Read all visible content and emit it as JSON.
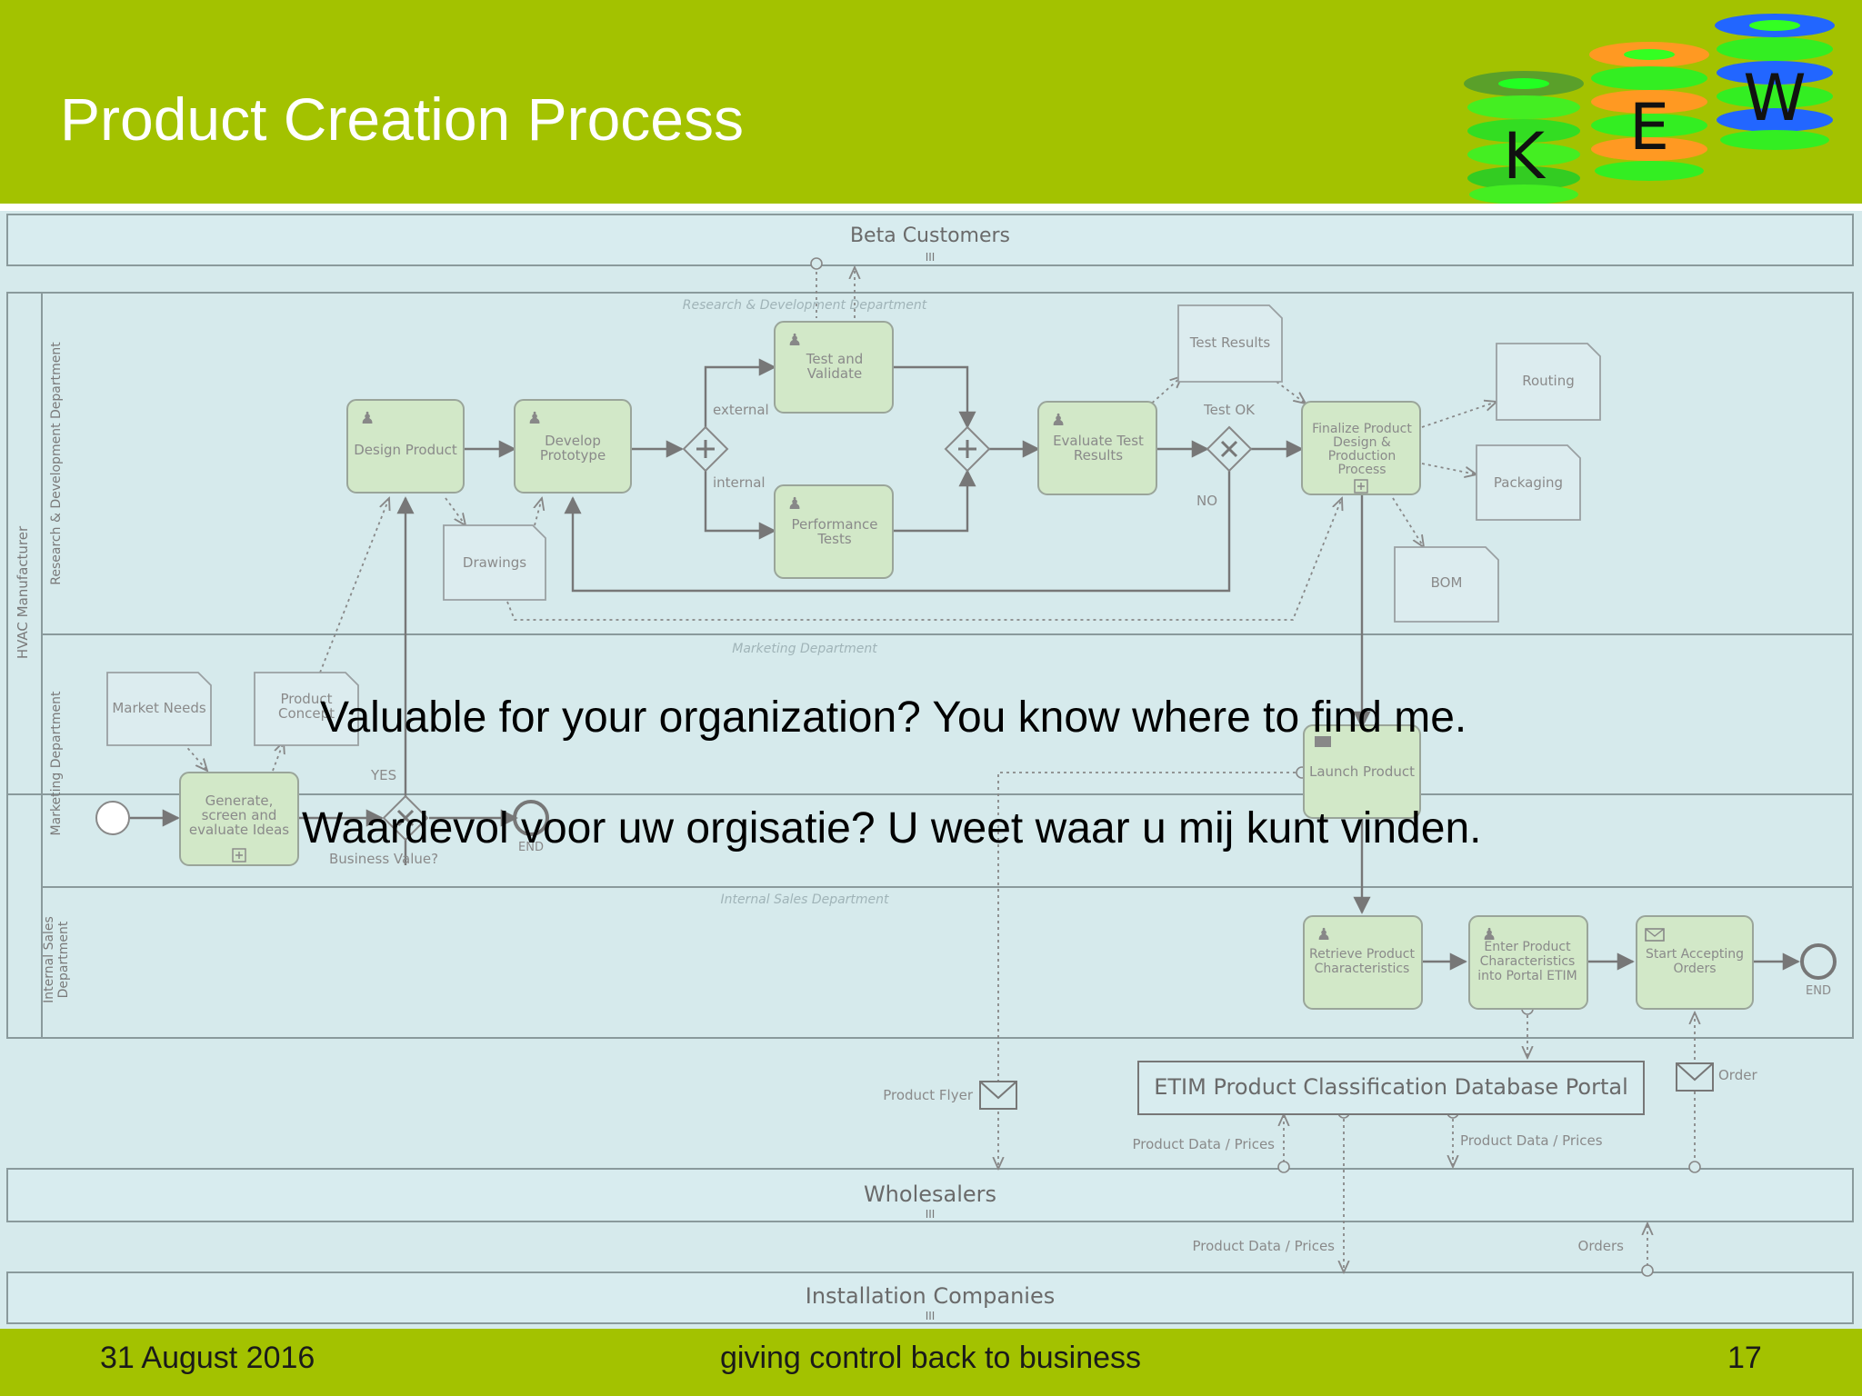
{
  "slide": {
    "title": "Product Creation Process",
    "logo_letters": [
      "K",
      "E",
      "W"
    ],
    "overlay_lines": [
      "Valuable for your organization? You know where to find me.",
      "Waardevol voor uw orgisatie? U weet waar u mij kunt vinden."
    ],
    "footer": {
      "date": "31 August 2016",
      "tagline": "giving control back to business",
      "page": "17"
    }
  },
  "colors": {
    "slide_green": "#a3c200",
    "diagram_bg": "#d6eaec",
    "task_fill": "#d2e8c8",
    "line": "#777777"
  },
  "diagram": {
    "pools": {
      "beta_customers": "Beta Customers",
      "hvac": "HVAC Manufacturer",
      "wholesalers": "Wholesalers",
      "installers": "Installation Companies"
    },
    "lanes": {
      "rd": "Research & Development Department",
      "marketing": "Marketing Department",
      "sales_line1": "Internal Sales",
      "sales_line2": "Department"
    },
    "lane_captions": {
      "rd": "Research & Development Department",
      "marketing": "Marketing Department",
      "sales": "Internal Sales Department"
    },
    "tasks": {
      "design_product": [
        "Design Product"
      ],
      "develop_prototype": [
        "Develop",
        "Prototype"
      ],
      "test_validate": [
        "Test and",
        "Validate"
      ],
      "performance_tests": [
        "Performance",
        "Tests"
      ],
      "evaluate_results": [
        "Evaluate Test",
        "Results"
      ],
      "finalize_design": [
        "Finalize Product",
        "Design &",
        "Production",
        "Process"
      ],
      "generate_ideas": [
        "Generate,",
        "screen and",
        "evaluate Ideas"
      ],
      "launch_product": [
        "Launch Product"
      ],
      "retrieve_characteristics": [
        "Retrieve Product",
        "Characteristics"
      ],
      "enter_characteristics": [
        "Enter Product",
        "Characteristics",
        "into Portal ETIM"
      ],
      "start_orders": [
        "Start Accepting",
        "Orders"
      ]
    },
    "documents": {
      "drawings": "Drawings",
      "test_results": "Test Results",
      "routing": "Routing",
      "packaging": "Packaging",
      "bom": "BOM",
      "market_needs": "Market Needs",
      "product_concept": [
        "Product",
        "Concept"
      ]
    },
    "edge_labels": {
      "external": "external",
      "internal": "internal",
      "test_ok": "Test OK",
      "no": "NO",
      "yes": "YES",
      "business_value": "Business Value?",
      "end": "END",
      "product_flyer": "Product Flyer",
      "product_data_prices": "Product Data / Prices",
      "order": "Order",
      "orders": "Orders"
    },
    "portal_name": "ETIM Product Classification Database Portal"
  }
}
